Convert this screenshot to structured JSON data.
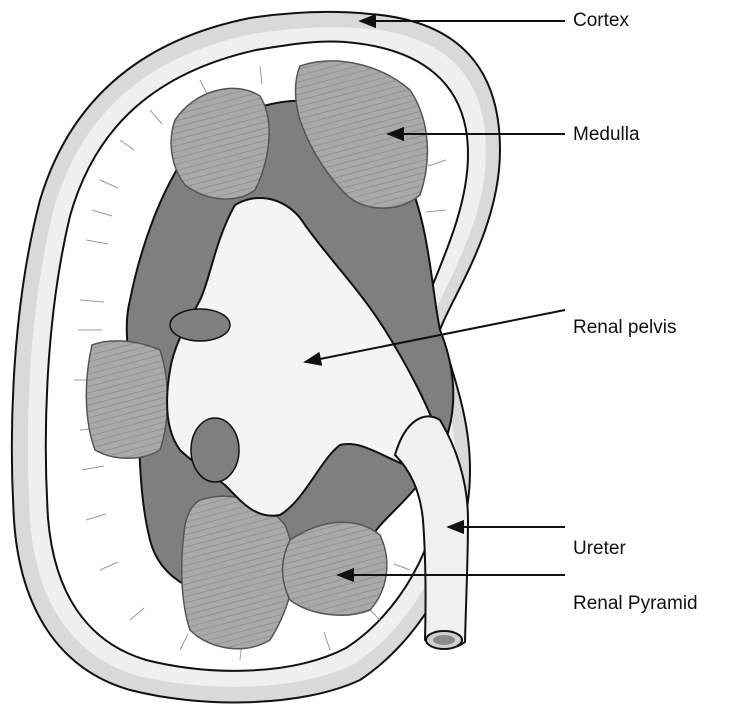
{
  "labels": {
    "cortex": "Cortex",
    "medulla": "Medulla",
    "renal_pelvis": "Renal pelvis",
    "ureter": "Ureter",
    "renal_pyramid": "Renal Pyramid"
  },
  "colors": {
    "outline": "#111111",
    "capsule": "#d9d9d9",
    "cortex": "#ffffff",
    "medulla_dark": "#7f7f7f",
    "pyramid": "#a9a9a9",
    "pelvis": "#f4f4f4",
    "ureter": "#f0f0f0"
  }
}
